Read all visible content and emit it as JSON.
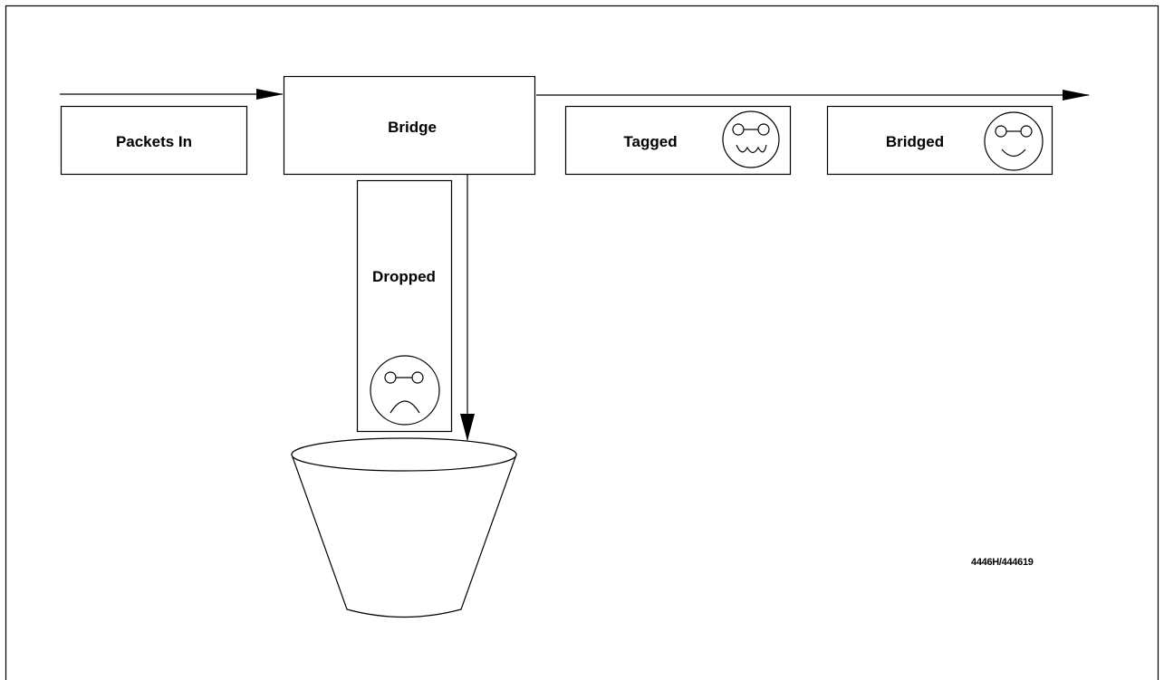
{
  "labels": {
    "packets_in": "Packets In",
    "bridge": "Bridge",
    "tagged": "Tagged",
    "bridged": "Bridged",
    "dropped": "Dropped"
  },
  "figure_id": "4446H/444619",
  "icons": {
    "tagged": "neutral-face-icon",
    "bridged": "smiley-face-icon",
    "dropped": "frown-face-icon",
    "bin": "waste-bin-icon"
  }
}
